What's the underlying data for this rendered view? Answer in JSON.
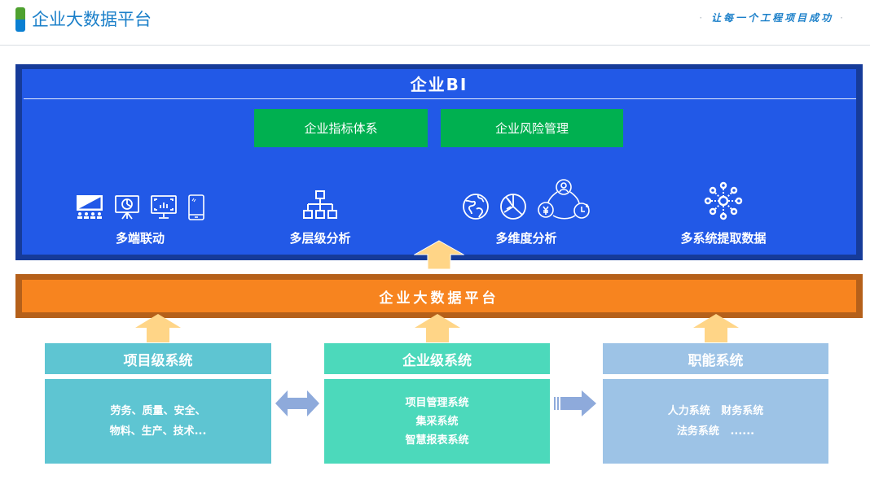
{
  "header": {
    "title": "企业大数据平台",
    "slogan": "让每一个工程项目成功",
    "logo_colors": [
      "#4ea12f",
      "#0a7fd2"
    ]
  },
  "bi": {
    "title": "企业BI",
    "buttons": [
      {
        "label": "企业指标体系"
      },
      {
        "label": "企业风险管理"
      }
    ],
    "features": [
      {
        "label": "多端联动",
        "icons": [
          "projector-audience-icon",
          "presentation-chart-icon",
          "monitor-chart-icon",
          "tablet-icon"
        ]
      },
      {
        "label": "多层级分析",
        "icons": [
          "hierarchy-icon"
        ]
      },
      {
        "label": "多维度分析",
        "icons": [
          "globe-icon",
          "pie-chart-icon",
          "user-money-time-cycle-icon"
        ]
      },
      {
        "label": "多系统提取数据",
        "icons": [
          "network-hub-icon"
        ]
      }
    ]
  },
  "platform": {
    "label": "企业大数据平台"
  },
  "systems": [
    {
      "title": "项目级系统",
      "lines": [
        "劳务、质量、安全、",
        "物料、生产、技术..."
      ]
    },
    {
      "title": "企业级系统",
      "lines": [
        "项目管理系统",
        "集采系统",
        "智慧报表系统"
      ]
    },
    {
      "title": "职能系统",
      "lines": [
        "人力系统   财务系统",
        "法务系统   ......"
      ]
    }
  ],
  "colors": {
    "bi_border": "#163b99",
    "bi_fill": "#2259e7",
    "green": "#00b050",
    "platform_border": "#b5601a",
    "platform_fill": "#f7841f",
    "arrow_up": "#ffd587",
    "arrow_side": "#8eaadb",
    "teal": "#5ec5d2",
    "mint": "#4cd9bb",
    "light_blue": "#9dc3e6"
  }
}
